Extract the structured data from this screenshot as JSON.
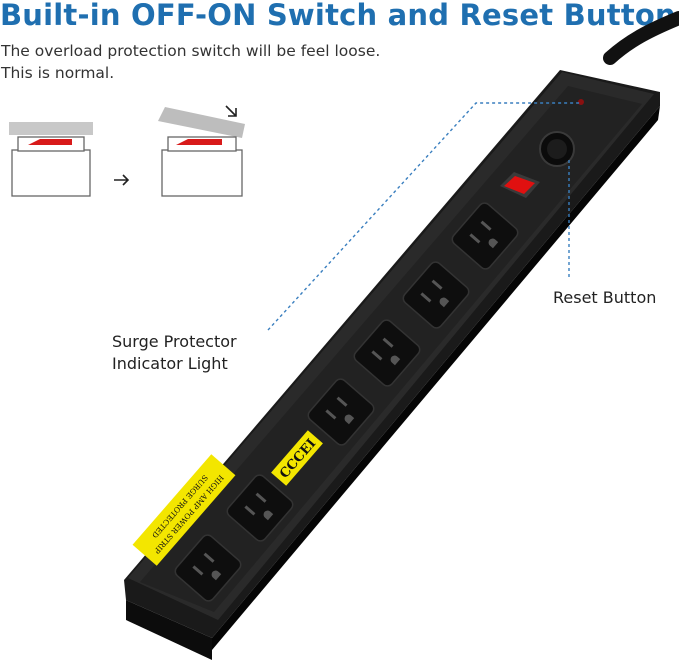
{
  "header": {
    "title": "Built-in OFF-ON Switch and Reset Button",
    "note_line1": "The overload protection switch will be feel loose.",
    "note_line2": "This is normal."
  },
  "callouts": {
    "reset_button": "Reset Button",
    "indicator_line1": "Surge Protector",
    "indicator_line2": "Indicator Light"
  },
  "product": {
    "brand_label": "CCCEI",
    "warning_label_line1": "HIGH AMP POWER STRIP",
    "warning_label_line2": "SURGE PROTECTED",
    "outlet_count": 6
  },
  "colors": {
    "title": "#1f6fb0",
    "callout_line": "#3a7fbf",
    "strip_body": "#111111",
    "switch_red": "#e01010",
    "label_yellow": "#f3e600"
  },
  "icons": {
    "arrow": "arrow-right-icon",
    "press": "arrow-down-right-icon"
  }
}
